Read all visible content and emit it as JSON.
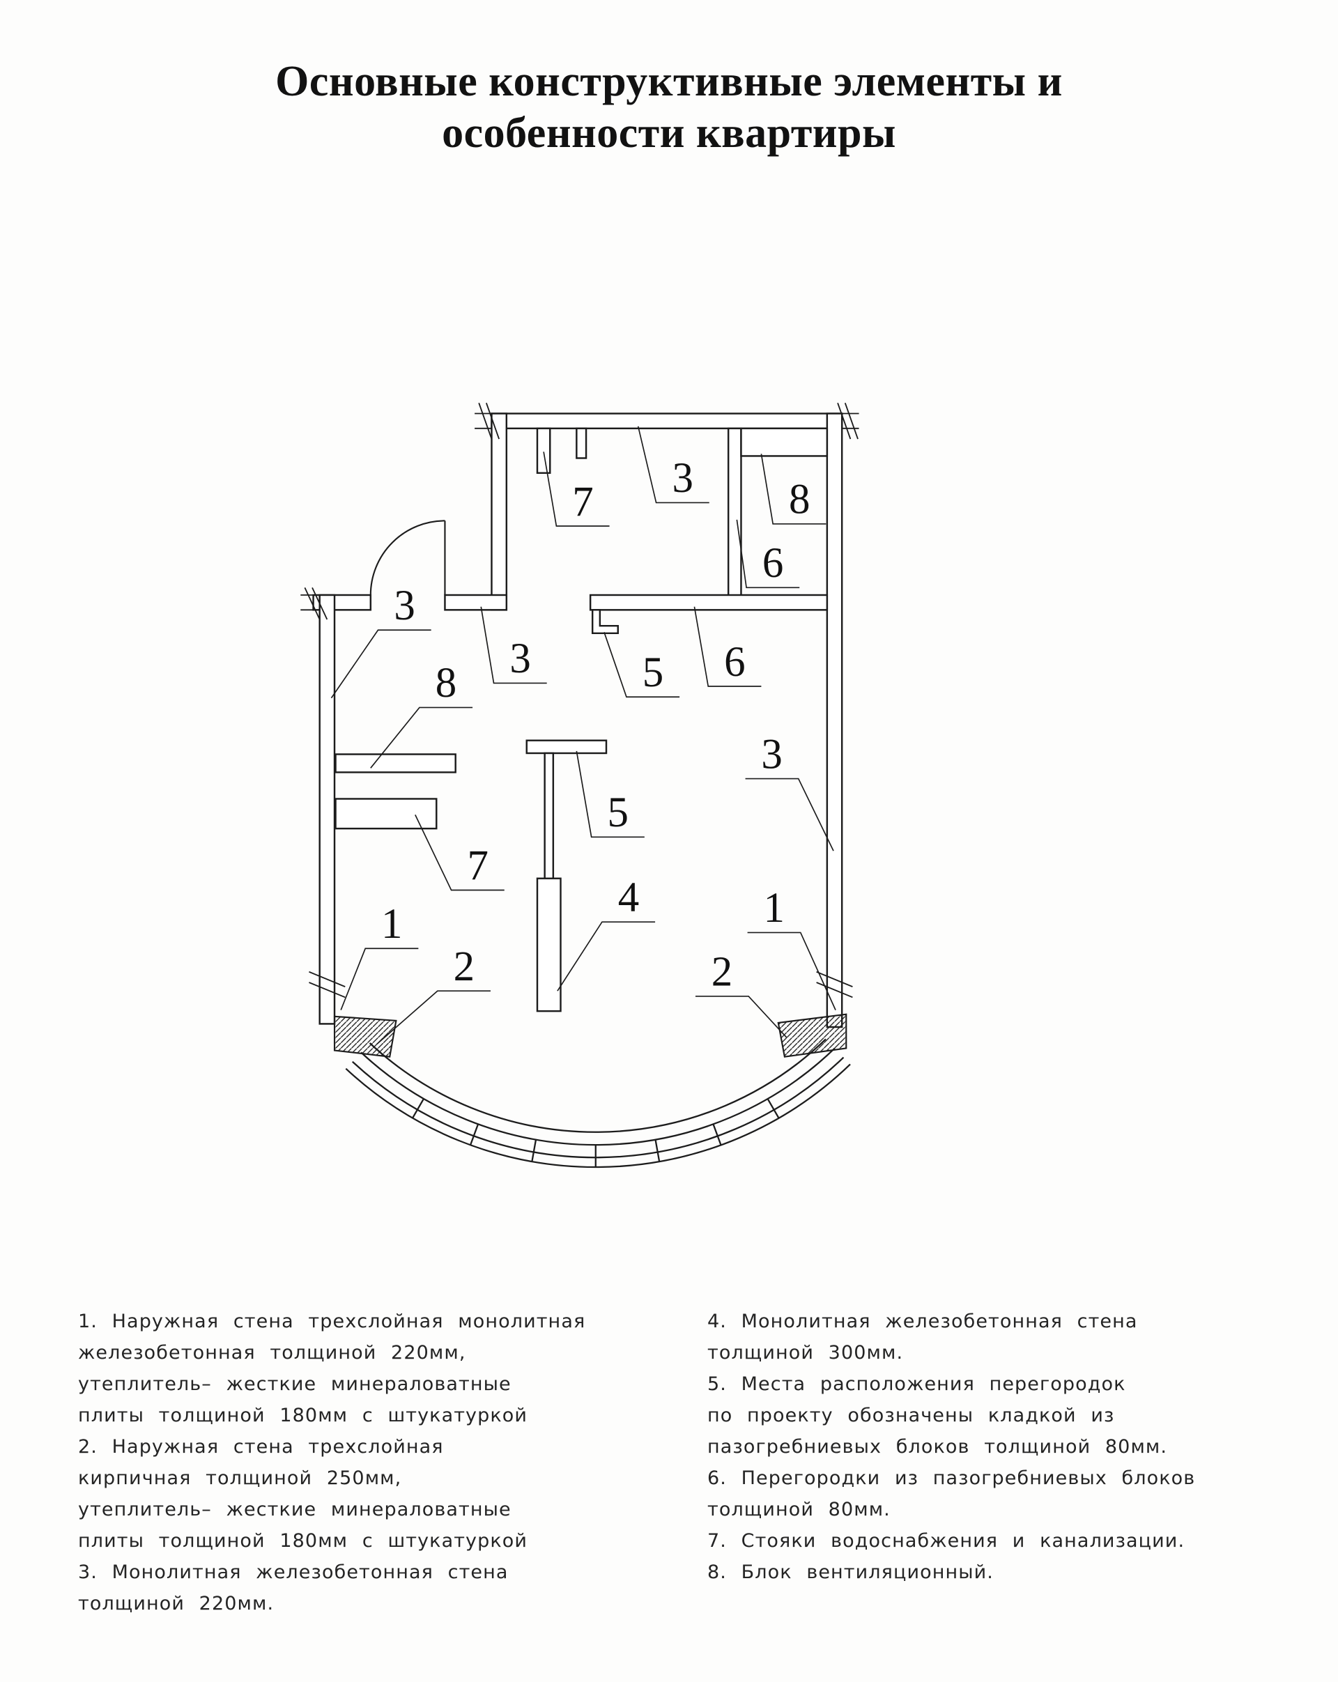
{
  "title": {
    "line1": "Основные конструктивные элементы и",
    "line2": "особенности квартиры"
  },
  "plan": {
    "description": "Floor plan of apartment with curved bay window and numbered callouts",
    "callouts": [
      "7",
      "3",
      "8",
      "6",
      "3",
      "3",
      "5",
      "6",
      "8",
      "5",
      "3",
      "7",
      "4",
      "1",
      "2",
      "1",
      "2"
    ],
    "line_color": "#1c1c1c"
  },
  "legend": {
    "left_lines": [
      "1. Наружная стена трехслойная монолитная",
      "железобетонная толщиной 220мм,",
      "утеплитель– жесткие минераловатные",
      "плиты толщиной 180мм с штукатуркой",
      "2. Наружная стена трехслойная",
      "кирпичная толщиной 250мм,",
      "утеплитель– жесткие минераловатные",
      "плиты толщиной 180мм с штукатуркой",
      "3. Монолитная железобетонная стена",
      "толщиной 220мм."
    ],
    "right_lines": [
      "4. Монолитная железобетонная стена",
      "толщиной 300мм.",
      "5. Места расположения перегородок",
      "по проекту обозначены кладкой из",
      "пазогребниевых блоков толщиной 80мм.",
      "6. Перегородки из пазогребниевых блоков",
      "толщиной 80мм.",
      "7. Стояки водоснабжения и канализации.",
      "8. Блок вентиляционный."
    ]
  }
}
